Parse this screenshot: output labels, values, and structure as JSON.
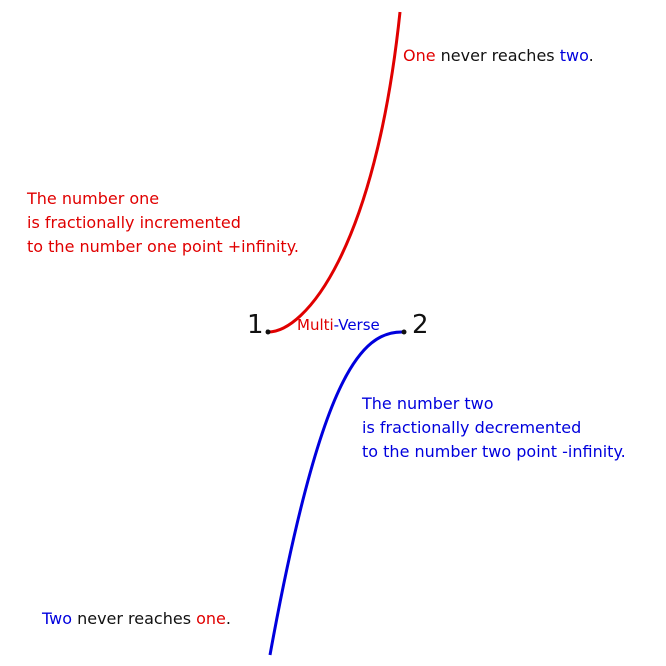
{
  "top_caption": {
    "a": "One",
    "b": " never reaches ",
    "c": "two",
    "d": "."
  },
  "bottom_caption": {
    "a": "Two",
    "b": " never reaches ",
    "c": "one",
    "d": "."
  },
  "one_description": [
    "The number one",
    "is fractionally incremented",
    "to the number one point +infinity."
  ],
  "two_description": [
    "The number two",
    "is fractionally decremented",
    "to the number two point -infinity."
  ],
  "label_one": "1.",
  "label_two": "2",
  "center": {
    "a": "Multi",
    "b": "-",
    "c": "Verse"
  },
  "colors": {
    "one": "#e00000",
    "two": "#0000dd"
  }
}
